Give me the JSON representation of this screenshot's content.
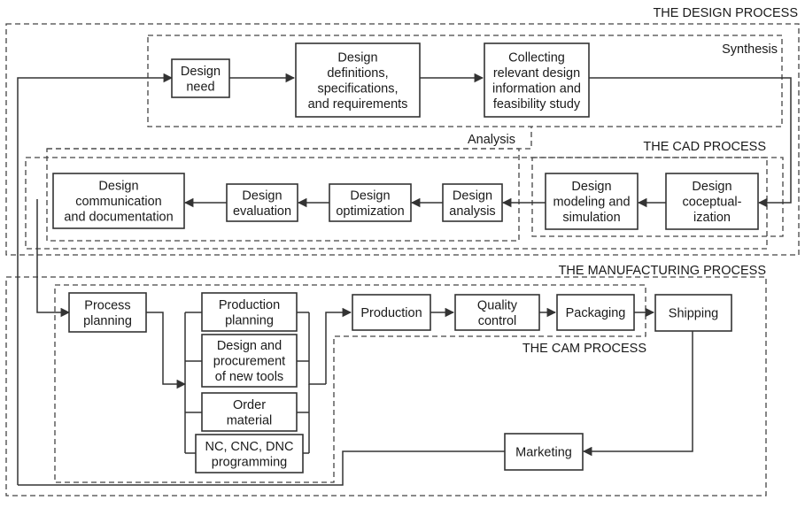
{
  "regions": {
    "design_process": "THE DESIGN PROCESS",
    "synthesis": "Synthesis",
    "analysis": "Analysis",
    "cad_process": "THE CAD PROCESS",
    "manufacturing_process": "THE MANUFACTURING PROCESS",
    "cam_process": "THE CAM PROCESS"
  },
  "boxes": {
    "design_need": [
      "Design",
      "need"
    ],
    "design_definitions": [
      "Design",
      "definitions,",
      "specifications,",
      "and requirements"
    ],
    "collecting_info": [
      "Collecting",
      "relevant design",
      "information and",
      "feasibility study"
    ],
    "design_conceptualization": [
      "Design",
      "coceptual-",
      "ization"
    ],
    "design_modeling": [
      "Design",
      "modeling and",
      "simulation"
    ],
    "design_analysis": [
      "Design",
      "analysis"
    ],
    "design_optimization": [
      "Design",
      "optimization"
    ],
    "design_evaluation": [
      "Design",
      "evaluation"
    ],
    "design_communication": [
      "Design",
      "communication",
      "and documentation"
    ],
    "process_planning": [
      "Process",
      "planning"
    ],
    "production_planning": [
      "Production",
      "planning"
    ],
    "design_procurement": [
      "Design and",
      "procurement",
      "of new tools"
    ],
    "order_material": [
      "Order",
      "material"
    ],
    "nc_programming": [
      "NC, CNC, DNC",
      "programming"
    ],
    "production": [
      "Production"
    ],
    "quality_control": [
      "Quality",
      "control"
    ],
    "packaging": [
      "Packaging"
    ],
    "shipping": [
      "Shipping"
    ],
    "marketing": [
      "Marketing"
    ]
  }
}
